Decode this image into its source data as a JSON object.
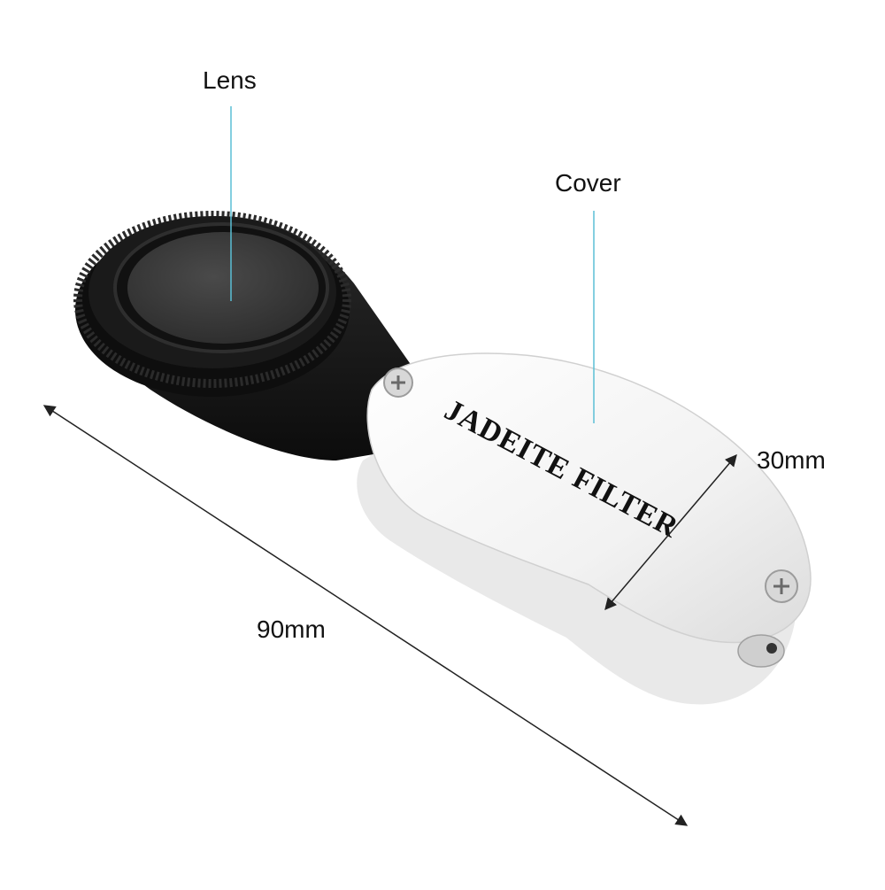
{
  "labels": {
    "lens": "Lens",
    "cover": "Cover",
    "width_dimension": "30mm",
    "length_dimension": "90mm"
  },
  "product": {
    "engraving": "JADEITE FILTER"
  },
  "colors": {
    "callout_line": "#5bbfd6",
    "dimension_line": "#222222",
    "lens_body": "#151515",
    "lens_glass": "#3a3a3a",
    "cover_body": "#f4f4f4",
    "engraving_text": "#111111"
  }
}
